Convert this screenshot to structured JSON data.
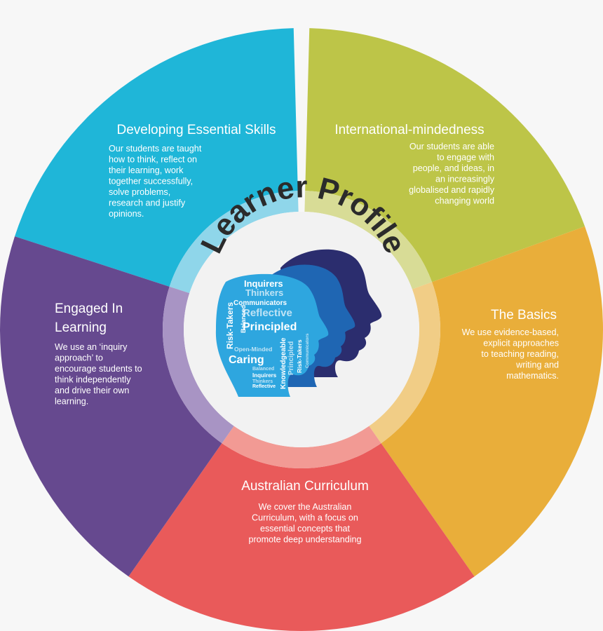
{
  "center": {
    "title": "Learner Profile"
  },
  "segments": [
    {
      "id": "essential-skills",
      "title": "Developing Essential Skills",
      "body": [
        "Our students are taught",
        "how to think, reflect on",
        "their learning, work",
        "together successfully,",
        "solve problems,",
        "research and justify",
        "opinions."
      ],
      "color": "#1fb6d8",
      "ring_color": "#8fd6ea"
    },
    {
      "id": "international-mindedness",
      "title": "International-mindedness",
      "body": [
        "Our students are able",
        "to engage with",
        "people, and ideas, in",
        "an increasingly",
        "globalised and rapidly",
        "changing world"
      ],
      "color": "#bdc548",
      "ring_color": "#d8dc96"
    },
    {
      "id": "the-basics",
      "title": "The Basics",
      "body": [
        "We use evidence-based,",
        "explicit approaches",
        "to teaching reading,",
        "writing and",
        "mathematics."
      ],
      "color": "#e9ae3a",
      "ring_color": "#f1cd86"
    },
    {
      "id": "australian-curriculum",
      "title": "Australian Curriculum",
      "body": [
        "We cover the Australian",
        "Curriculum, with a focus on",
        "essential concepts that",
        "promote deep understanding"
      ],
      "color": "#e95a5a",
      "ring_color": "#f29a94"
    },
    {
      "id": "engaged-in-learning",
      "title": "Engaged In Learning",
      "title_lines": [
        "Engaged In",
        "Learning"
      ],
      "body": [
        "We use an ‘inquiry",
        "approach’ to",
        "encourage students to",
        "think independently",
        "and drive their own",
        "learning."
      ],
      "color": "#66498f",
      "ring_color": "#a894c4"
    }
  ],
  "word_cloud": {
    "words": [
      "Inquirers",
      "Thinkers",
      "Communicators",
      "Reflective",
      "Principled",
      "Risk-Takers",
      "Balanced",
      "Open-Minded",
      "Caring",
      "Knowledgeable",
      "Principled",
      "Risk-Takers",
      "Communicators",
      "Balanced",
      "Inquirers",
      "Thinkers",
      "Reflective"
    ]
  },
  "colors": {
    "background": "#f7f7f7",
    "center_disc": "#f2f2f2",
    "head_navy": "#2b2d6e",
    "head_blue": "#1f66b3",
    "head_light": "#2ea6df"
  }
}
